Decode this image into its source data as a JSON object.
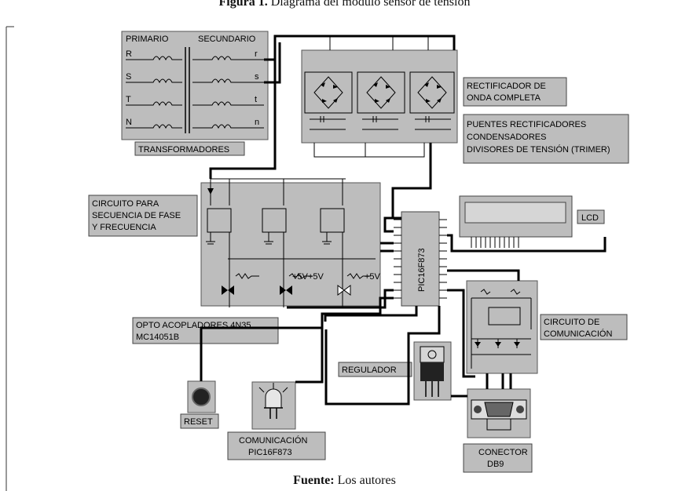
{
  "caption": {
    "figure_label": "Figura 1.",
    "figure_text": "Diagrama del módulo sensor de tensión",
    "source_label": "Fuente:",
    "source_text": "Los autores"
  },
  "transformer": {
    "primary": "PRIMARIO",
    "secondary": "SECUNDARIO",
    "primary_phases": [
      "R",
      "S",
      "T",
      "N"
    ],
    "secondary_phases": [
      "r",
      "s",
      "t",
      "n"
    ],
    "label": "TRANSFORMADORES"
  },
  "rectifier": {
    "title_line1": "RECTIFICADOR DE",
    "title_line2": "ONDA COMPLETA",
    "desc_line1": "PUENTES RECTIFICADORES",
    "desc_line2": "CONDENSADORES",
    "desc_line3": "DIVISORES DE TENSIÓN (TRIMER)"
  },
  "phase_circuit": {
    "line1": "CIRCUITO PARA",
    "line2": "SECUENCIA DE FASE",
    "line3": "Y FRECUENCIA",
    "voltage": "+5V"
  },
  "opto": {
    "line1": "OPTO ACOPLADORES 4N35",
    "line2": "MC14051B"
  },
  "mcu": {
    "label": "PIC16F873"
  },
  "lcd": {
    "label": "LCD"
  },
  "comm_circuit": {
    "line1": "CIRCUITO DE",
    "line2": "COMUNICACIÓN"
  },
  "regulator": {
    "label": "REGULADOR"
  },
  "reset": {
    "label": "RESET"
  },
  "comm_led": {
    "line1": "COMUNICACIÓN",
    "line2": "PIC16F873"
  },
  "connector": {
    "line1": "CONECTOR",
    "line2": "DB9"
  }
}
